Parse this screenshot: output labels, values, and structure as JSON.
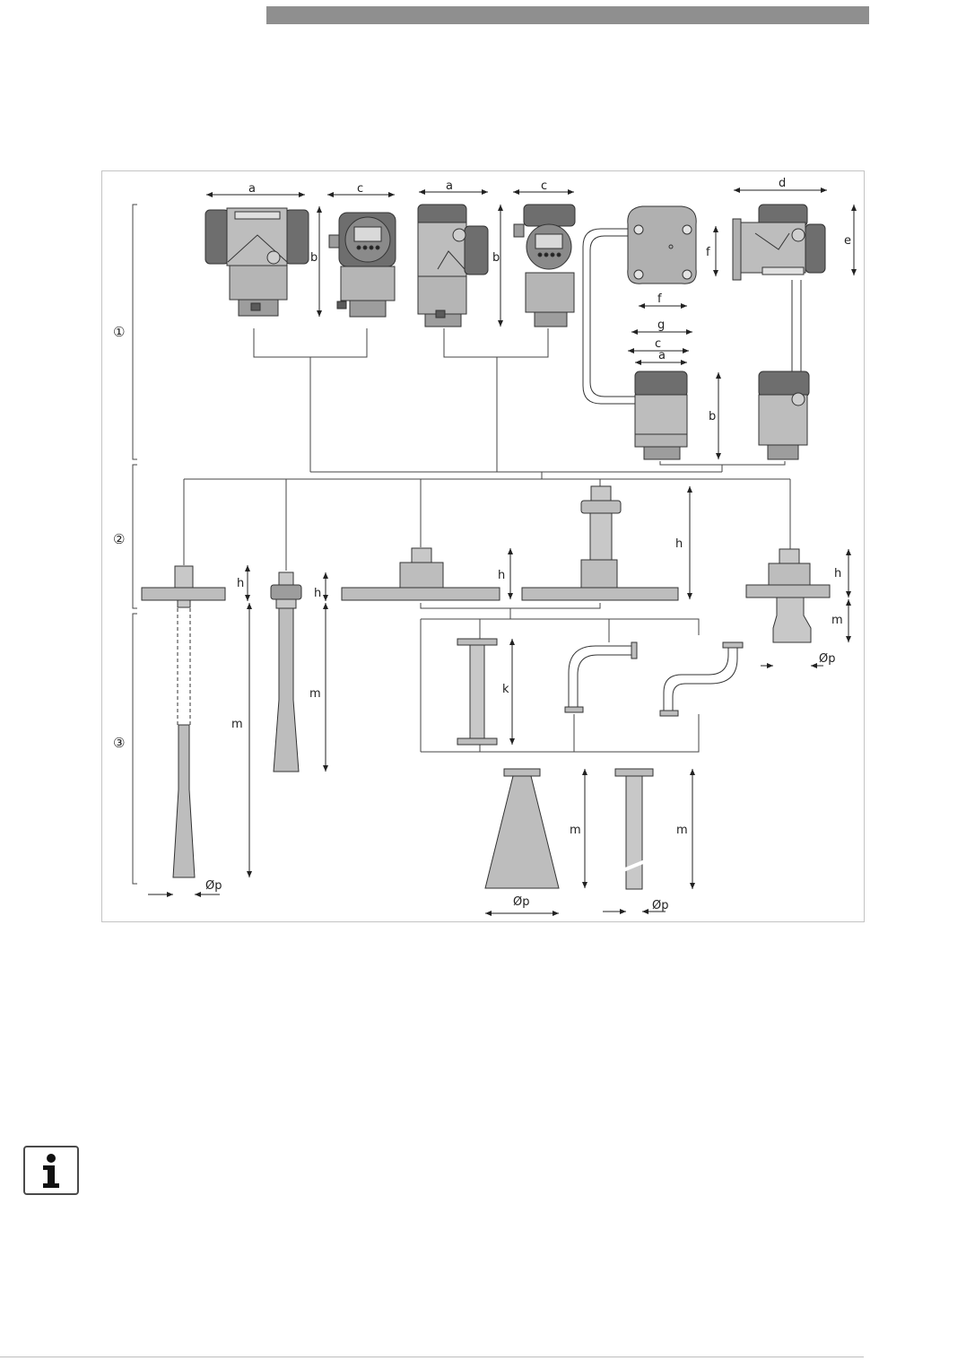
{
  "section_markers": [
    "①",
    "②",
    "③"
  ],
  "dimension_labels": {
    "a": "a",
    "b": "b",
    "c": "c",
    "d": "d",
    "e": "e",
    "f": "f",
    "g": "g",
    "h": "h",
    "k": "k",
    "m": "m",
    "p": "Øp"
  },
  "colors": {
    "header_bar": "#8f8f8f",
    "housing_dark": "#6e6e6e",
    "housing_mid": "#a9a9a9",
    "housing_light": "#cfcfcf",
    "line": "#222222"
  },
  "icons": {
    "info": "info-icon"
  }
}
